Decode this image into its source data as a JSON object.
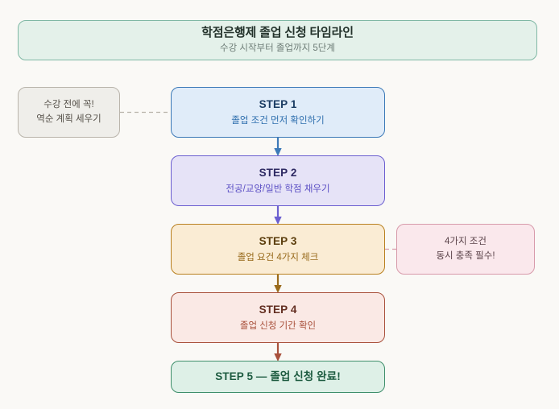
{
  "page": {
    "background_color": "#faf9f6"
  },
  "header": {
    "title": "학점은행제 졸업 신청 타임라인",
    "subtitle": "수강 시작부터 졸업까지 5단계",
    "background_color": "#e4f1ea",
    "border_color": "#7fb8a4"
  },
  "steps": [
    {
      "title": "STEP 1",
      "subtitle": "졸업 조건 먼저 확인하기",
      "background_color": "#e0ecf9",
      "border_color": "#3d7ab8",
      "title_color": "#1b3c63",
      "subtitle_color": "#2f6fae"
    },
    {
      "title": "STEP 2",
      "subtitle": "전공/교양/일반 학점 채우기",
      "background_color": "#e6e3f7",
      "border_color": "#6b5fd0",
      "title_color": "#2e2a63",
      "subtitle_color": "#5b4fc4"
    },
    {
      "title": "STEP 3",
      "subtitle": "졸업 요건 4가지 체크",
      "background_color": "#faecd4",
      "border_color": "#b9801f",
      "title_color": "#5a3c0b",
      "subtitle_color": "#97691a"
    },
    {
      "title": "STEP 4",
      "subtitle": "졸업 신청 기간 확인",
      "background_color": "#fae9e5",
      "border_color": "#a9513c",
      "title_color": "#632e21",
      "subtitle_color": "#a9513c"
    },
    {
      "title": "STEP 5 — 졸업 신청 완료!",
      "subtitle": "",
      "background_color": "#def0e7",
      "border_color": "#3f8f6b",
      "title_color": "#1d5b40",
      "subtitle_color": "#1d5b40"
    }
  ],
  "notes": {
    "left": {
      "line1": "수강 전에 꼭!",
      "line2": "역순 계획 세우기",
      "background_color": "#efeeea",
      "border_color": "#b9b4ab",
      "connector_color": "#b9b4ab"
    },
    "right": {
      "line1": "4가지 조건",
      "line2": "동시 충족 필수!",
      "background_color": "#fae8ec",
      "border_color": "#d79aaa",
      "connector_color": "#d79aaa"
    }
  },
  "arrows": [
    {
      "from": "STEP 1",
      "to": "STEP 2",
      "color": "#3d7ab8"
    },
    {
      "from": "STEP 2",
      "to": "STEP 3",
      "color": "#6b5fd0"
    },
    {
      "from": "STEP 3",
      "to": "STEP 4",
      "color": "#9a6b1c"
    },
    {
      "from": "STEP 4",
      "to": "STEP 5",
      "color": "#a9513c"
    }
  ]
}
